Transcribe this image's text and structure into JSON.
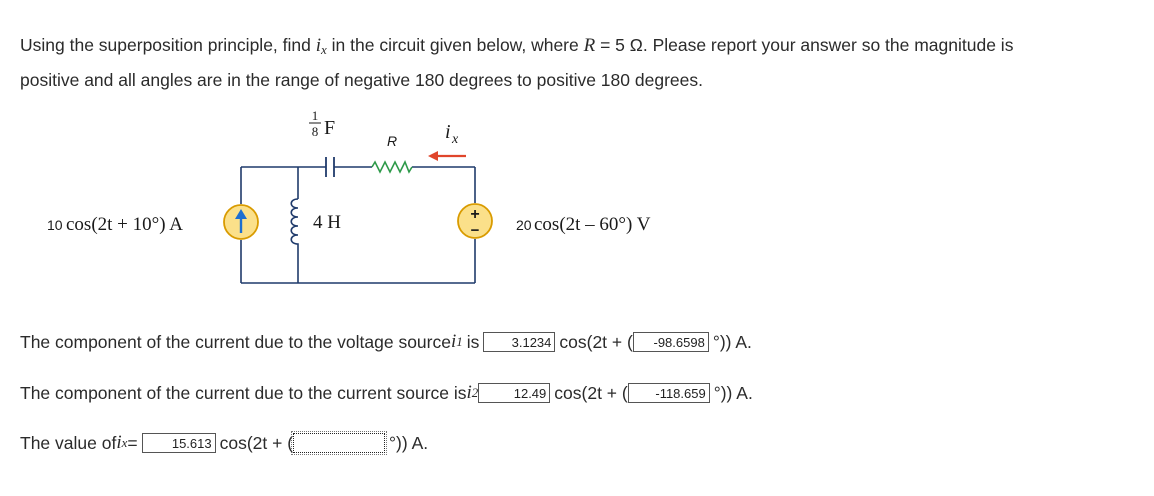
{
  "question": {
    "line1_pre": "Using the superposition principle, find ",
    "var_i": "i",
    "var_x": "x",
    "line1_mid": " in the circuit given below, where ",
    "var_R": "R",
    "line1_val": " = 5 Ω. Please report your answer so the magnitude is",
    "line2": "positive and all angles are in the range of negative 180 degrees to positive 180 degrees."
  },
  "circuit": {
    "cap_num": "1",
    "cap_den": "8",
    "cap_unit": "F",
    "resistor_label": "R",
    "ix_label": "i",
    "ix_sub": "x",
    "inductor_label": "4 H",
    "current_source_prefix": "10",
    "current_source_label": "cos(2t + 10°) A",
    "voltage_source_prefix": "20",
    "voltage_source_label": "cos(2t – 60°) V",
    "plus": "+",
    "minus": "−",
    "wire_color": "#1f3a6b",
    "source_fill": "#fbe08a",
    "source_stroke": "#d99b00",
    "arrow_color": "#e0452b",
    "current_arrow_color": "#1e6fd0",
    "resistor_color": "#2e9a4a"
  },
  "answers": {
    "row1": {
      "pre": "The component of the current due to the voltage source ",
      "var": "i",
      "sub": "1",
      "is": "is",
      "mag": "3.1234",
      "mid": "cos(2t + (",
      "angle": "-98.6598",
      "post": "°)) A."
    },
    "row2": {
      "pre": "The component of the current due to the current source is ",
      "var": "i",
      "sub": "2",
      "mag": "12.49",
      "mid": "cos(2t + (",
      "angle": "-118.659",
      "post": "°)) A."
    },
    "row3": {
      "pre": "The value of ",
      "var": "i",
      "sub": "x",
      "eq": "=",
      "mag": "15.613",
      "mid": "cos(2t + (",
      "angle": "",
      "post": "°)) A."
    }
  }
}
